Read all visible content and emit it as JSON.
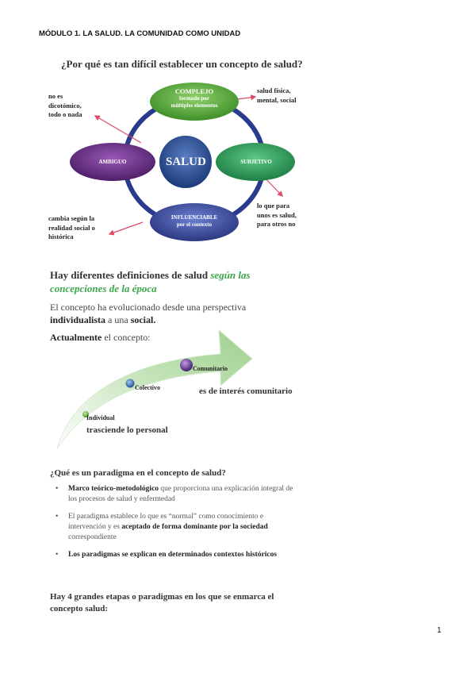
{
  "header": "MÓDULO 1. LA SALUD. LA COMUNIDAD COMO UNIDAD",
  "question_concept": "¿Por qué es tan difícil establecer un concepto de salud?",
  "cycle": {
    "center": "SALUD",
    "complejo": {
      "title": "COMPLEJO",
      "line2": "formado por",
      "line3": "múltiples elementos",
      "color": "#5aa63a"
    },
    "subjetivo": {
      "title": "SUBJETIVO",
      "color": "#2e9a52"
    },
    "influenciable": {
      "title": "INFLUENCIABLE",
      "line2": "por el contexto",
      "color": "#3f4a9e"
    },
    "ambiguo": {
      "title": "AMBIGUO",
      "color": "#6a2f86"
    },
    "center_color": "#2d4f94",
    "ring_color": "#2a3a8c",
    "arrow_color": "#e04a68"
  },
  "notes": {
    "top_left": [
      "no es",
      "dicotómico,",
      "todo o nada"
    ],
    "top_right": [
      "salud física,",
      "mental, social"
    ],
    "bottom_left": [
      "cambia según la",
      "realidad social o",
      "histórica"
    ],
    "bottom_right": [
      "lo que para",
      "unos es salud,",
      "para otros no"
    ]
  },
  "definitions": {
    "heading_plain": "Hay diferentes definiciones de salud",
    "heading_green": "según las concepciones de la época",
    "evolution_pre": "El concepto ha evolucionado desde una perspectiva",
    "evolution_bold1": "individualista",
    "evolution_mid": "a una",
    "evolution_bold2": "social.",
    "actual_bold": "Actualmente",
    "actual_rest": "el concepto:"
  },
  "arrow_diagram": {
    "stages": [
      "Individual",
      "Colectivo",
      "Comunitario"
    ],
    "caption_personal": "trasciende lo personal",
    "caption_comunitario": "es de interés comunitario"
  },
  "paradigm_question": "¿Qué es un paradigma en el concepto de salud?",
  "bullets": [
    {
      "bold": "Marco teórico-metodológico",
      "rest": " que proporciona una explicación integral de los procesos de salud y enfermedad"
    },
    {
      "pre": "El paradigma establece lo que es “normal” como conocimiento e intervención y es ",
      "bold": "aceptado de forma dominante por la sociedad",
      "rest": " correspondiente"
    },
    {
      "bold": "Los paradigmas se explican en determinados contextos históricos",
      "rest": ""
    }
  ],
  "final_text": "Hay 4 grandes etapas o paradigmas en los que se enmarca el concepto salud:",
  "page_number": "1"
}
